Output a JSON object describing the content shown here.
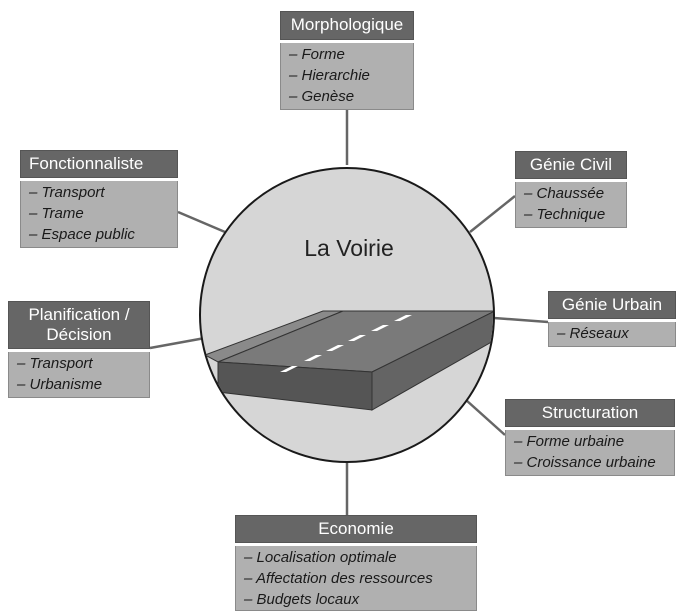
{
  "center": {
    "label": "La Voirie"
  },
  "boxes": {
    "morphologique": {
      "title": "Morphologique",
      "items": [
        "– Forme",
        "– Hierarchie",
        "– Genèse"
      ]
    },
    "fonctionnaliste": {
      "title": "Fonctionnaliste",
      "items": [
        "– Transport",
        "– Trame",
        "– Espace public"
      ]
    },
    "genie_civil": {
      "title": "Génie Civil",
      "items": [
        "– Chaussée",
        "– Technique"
      ]
    },
    "planification": {
      "title_line1": "Planification /",
      "title_line2": "Décision",
      "items": [
        "– Transport",
        "– Urbanisme"
      ]
    },
    "genie_urbain": {
      "title": "Génie Urbain",
      "items": [
        "– Réseaux"
      ]
    },
    "structuration": {
      "title": "Structuration",
      "items": [
        "– Forme urbaine",
        "– Croissance urbaine"
      ]
    },
    "economie": {
      "title": "Economie",
      "items": [
        "– Localisation optimale",
        "– Affectation des ressources",
        "– Budgets locaux"
      ]
    }
  },
  "colors": {
    "header": "#666666",
    "item_fill": "#b0b0b0",
    "circle_fill": "#d6d6d6",
    "road_top": "#7a7a7a",
    "road_side": "#555555"
  }
}
